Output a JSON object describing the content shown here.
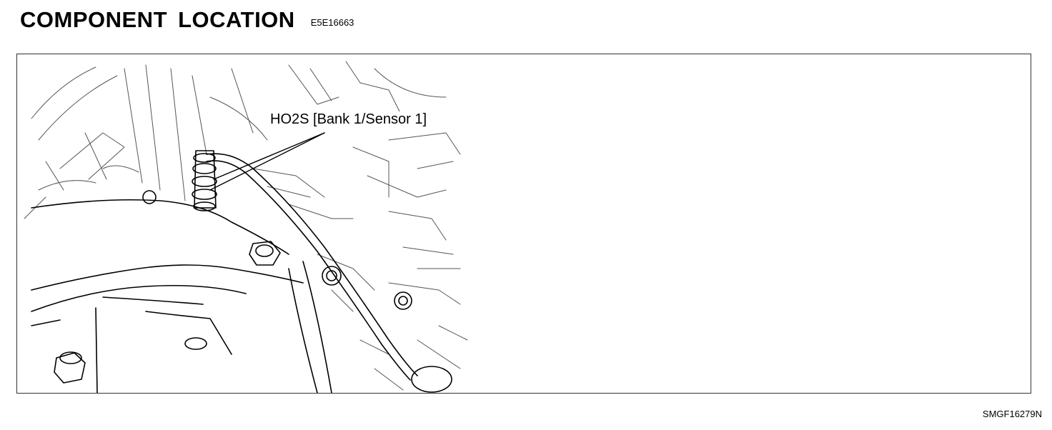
{
  "header": {
    "title": "COMPONENT LOCATION",
    "doc_code": "E5E16663"
  },
  "figure": {
    "callout_label": "HO2S [Bank 1/Sensor 1]",
    "figure_code": "SMGF16279N"
  }
}
